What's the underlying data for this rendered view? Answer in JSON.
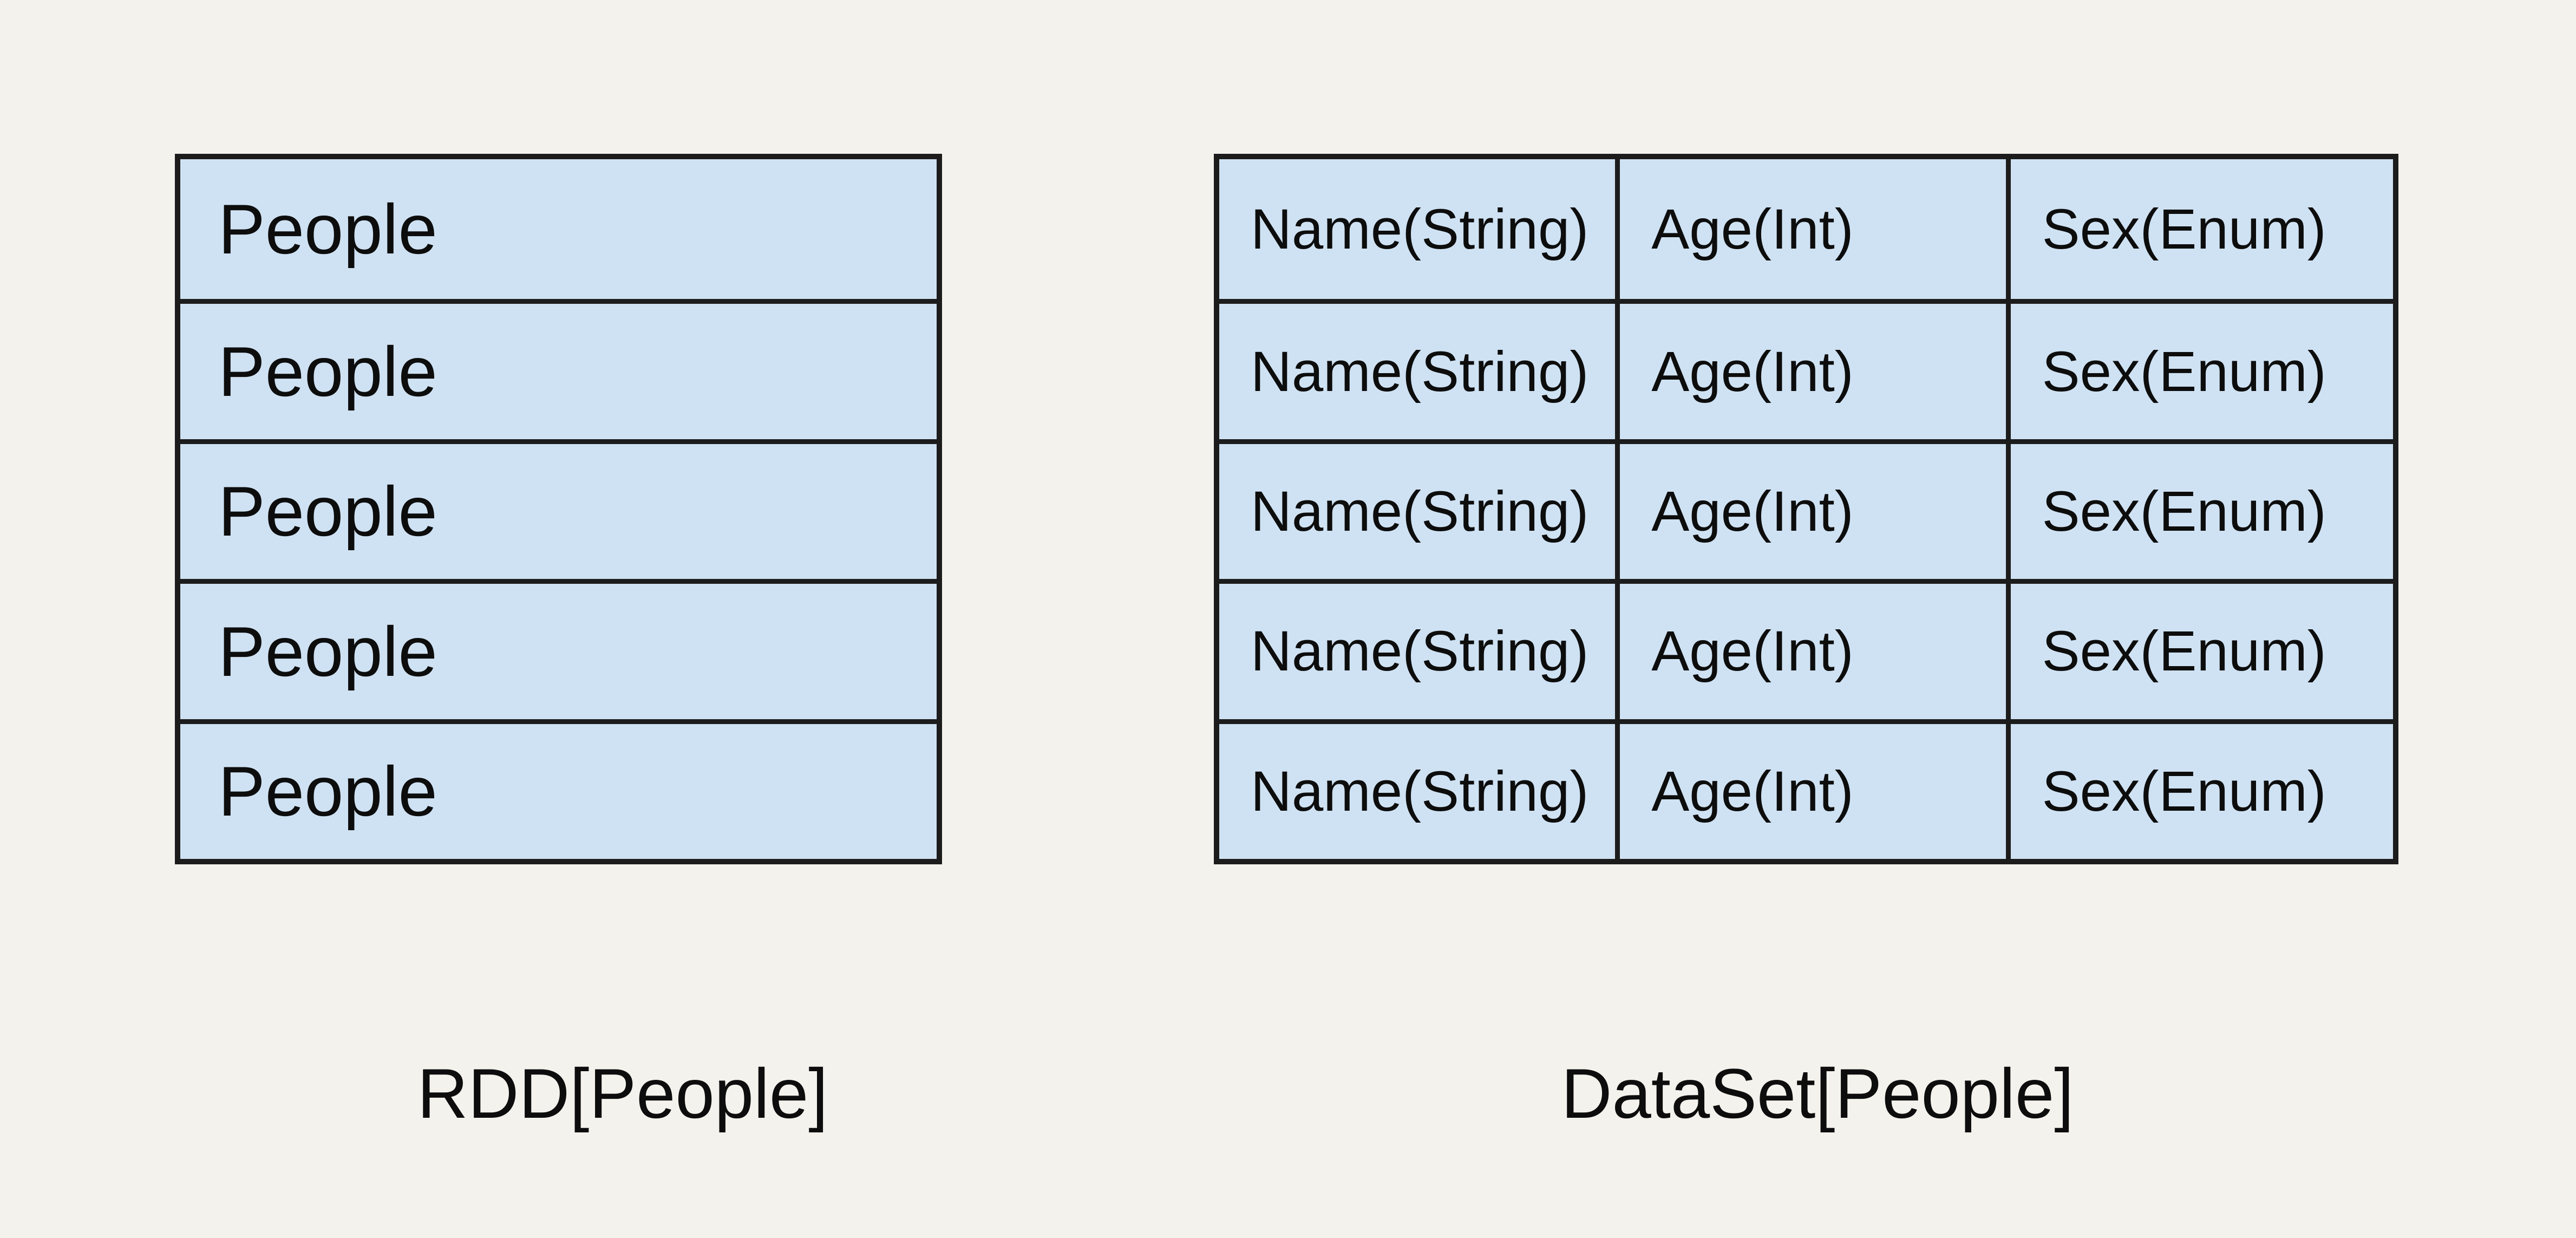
{
  "colors": {
    "background": "#f4f2ed",
    "cell_fill": "#cfe2f3",
    "border": "#1c1c1c",
    "text": "#0d0d0d"
  },
  "rdd": {
    "rows": [
      "People",
      "People",
      "People",
      "People",
      "People"
    ],
    "caption": "RDD[People]"
  },
  "dataset": {
    "columns": [
      "Name(String)",
      "Age(Int)",
      "Sex(Enum)"
    ],
    "rows": [
      [
        "Name(String)",
        "Age(Int)",
        "Sex(Enum)"
      ],
      [
        "Name(String)",
        "Age(Int)",
        "Sex(Enum)"
      ],
      [
        "Name(String)",
        "Age(Int)",
        "Sex(Enum)"
      ],
      [
        "Name(String)",
        "Age(Int)",
        "Sex(Enum)"
      ],
      [
        "Name(String)",
        "Age(Int)",
        "Sex(Enum)"
      ]
    ],
    "caption": "DataSet[People]"
  }
}
